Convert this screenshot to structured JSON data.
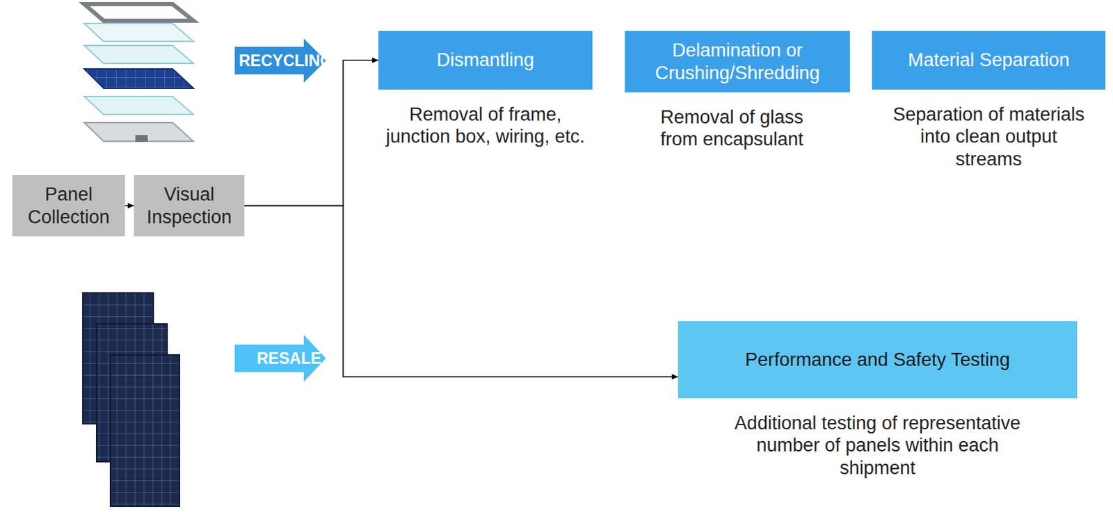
{
  "diagram": {
    "nodes": [
      {
        "text": [
          "Panel Collection"
        ]
      },
      {
        "text": [
          "Visual Inspection"
        ]
      },
      {
        "text": [
          "Dismantling",
          "Removal of frame, junction box, wiring, etc."
        ]
      },
      {
        "text": [
          "Delamination or Crushing/Shredding",
          "Removal of glass from encapsulant"
        ]
      },
      {
        "text": [
          "Material Separation",
          "Separation of materials into clean output streams"
        ]
      },
      {
        "text": [
          "Performance and Safety Testing",
          "Additional testing of representative number of panels within each shipment"
        ]
      }
    ],
    "edges": [
      {
        "from": 0,
        "to": 1,
        "arrow": "to"
      },
      {
        "from": 1,
        "to": 2,
        "arrow": "to"
      },
      {
        "from": 1,
        "to": 5,
        "arrow": "to"
      }
    ],
    "labels": [
      "RECYCLING",
      "RESALE"
    ]
  }
}
